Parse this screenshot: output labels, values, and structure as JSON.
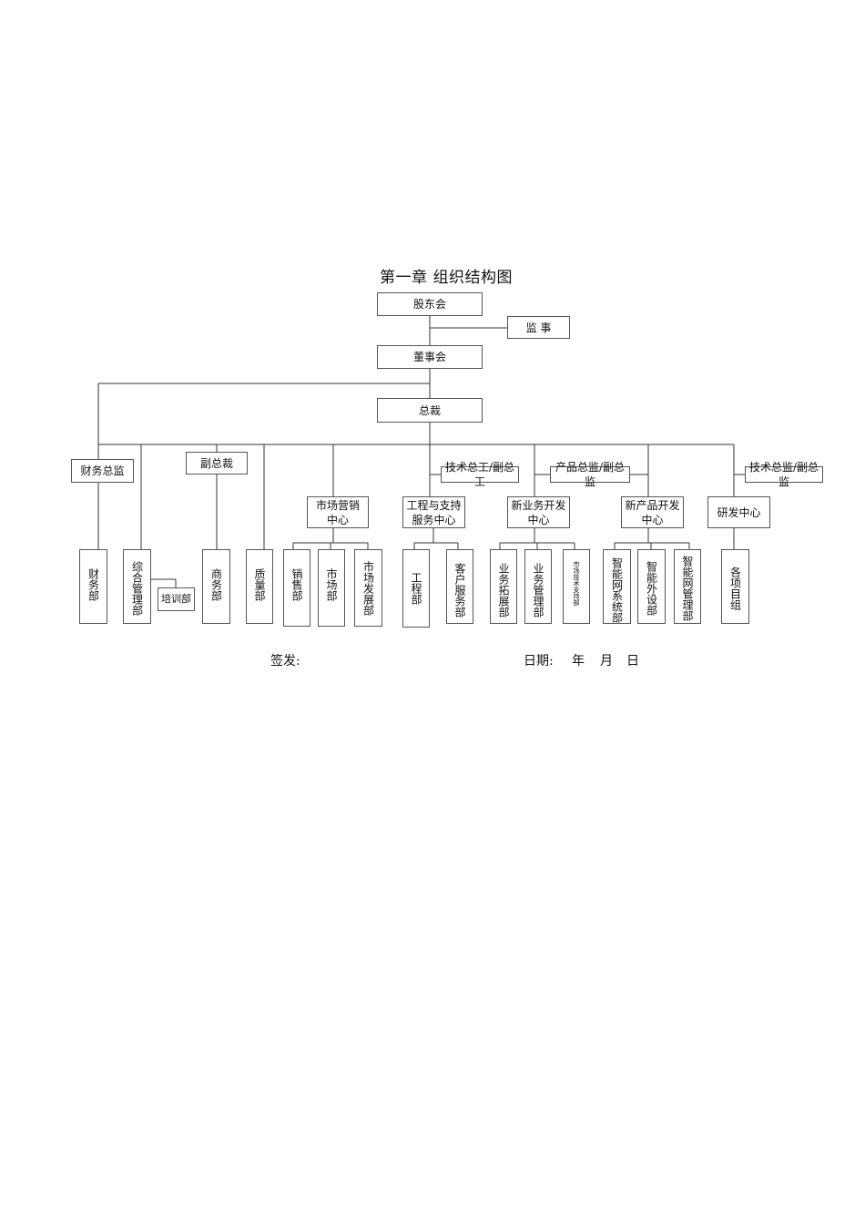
{
  "title": "第一章  组织结构图",
  "top": {
    "shareholders": "股东会",
    "supervisor": "监  事",
    "board": "董事会",
    "president": "总裁"
  },
  "level2": {
    "finance_director": "财务总监",
    "vp": "副总裁",
    "tech_chief_eng": "技术总工/副总工",
    "product_director": "产品总监/副总监",
    "tech_director": "技术总监/副总监"
  },
  "centers": {
    "marketing": [
      "市场营销",
      "中心"
    ],
    "engineering": [
      "工程与支持",
      "服务中心"
    ],
    "new_business": [
      "新业务开发",
      "中心"
    ],
    "new_product": [
      "新产品开发",
      "中心"
    ],
    "rnd": "研发中心"
  },
  "departments": {
    "finance": "财务部",
    "general_mgmt": "综合管理部",
    "training": "培训部",
    "business": "商务部",
    "quality": "质量部",
    "sales": "销售部",
    "market": "市场部",
    "market_dev": "市场发展部",
    "engineering": "工程部",
    "customer_service": "客户服务部",
    "biz_expansion": "业务拓展部",
    "biz_mgmt": "业务管理部",
    "market_tech_support": "市场技术支持部",
    "smart_net_system": "智能网系统部",
    "smart_peripheral": "智能外设部",
    "smart_net_mgmt": "智能网管理部",
    "project_groups": "各项目组"
  },
  "footer": {
    "sign_label": "签发:",
    "date_label": "日期:",
    "year": "年",
    "month": "月",
    "day": "日"
  }
}
